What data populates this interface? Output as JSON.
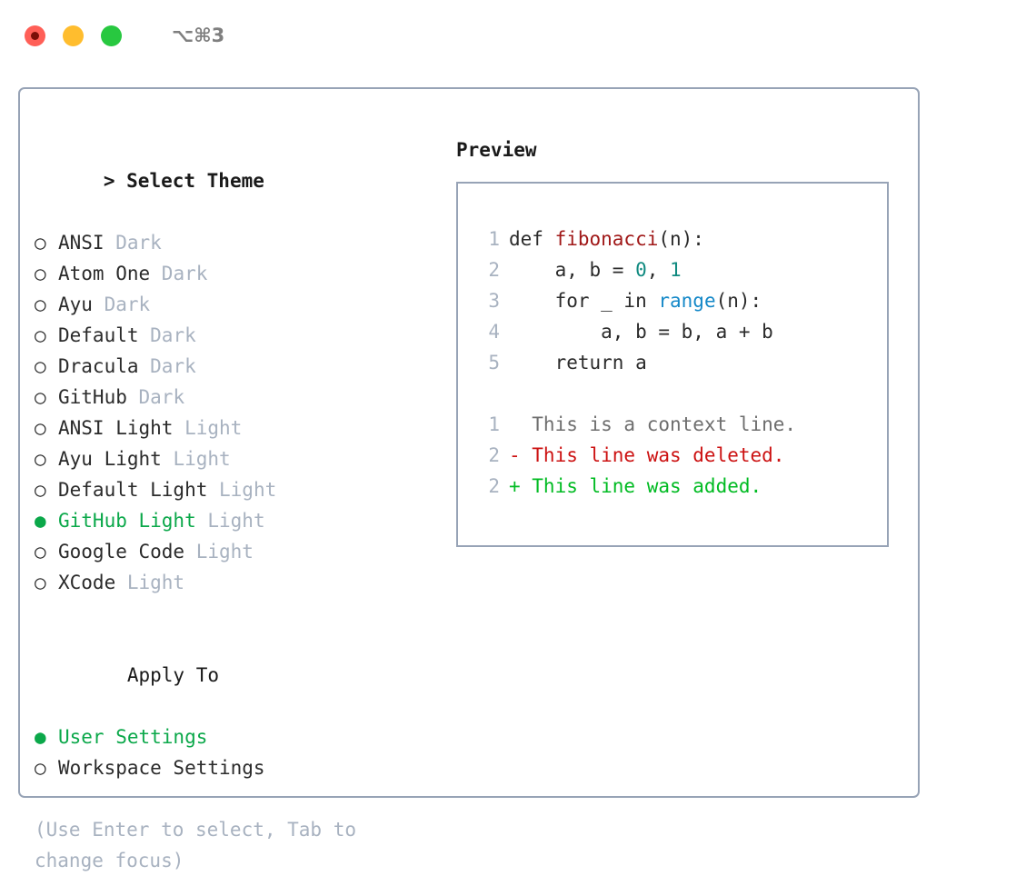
{
  "titlebar": {
    "shortcut": "⌥⌘3",
    "buttons": [
      "close",
      "minimize",
      "maximize"
    ]
  },
  "theme_panel": {
    "header_marker": "> ",
    "header": "Select Theme",
    "marker_unselected": "○ ",
    "marker_selected": "● ",
    "items": [
      {
        "name": "ANSI",
        "variant": "Dark",
        "selected": false
      },
      {
        "name": "Atom One",
        "variant": "Dark",
        "selected": false
      },
      {
        "name": "Ayu",
        "variant": "Dark",
        "selected": false
      },
      {
        "name": "Default",
        "variant": "Dark",
        "selected": false
      },
      {
        "name": "Dracula",
        "variant": "Dark",
        "selected": false
      },
      {
        "name": "GitHub",
        "variant": "Dark",
        "selected": false
      },
      {
        "name": "ANSI Light",
        "variant": "Light",
        "selected": false
      },
      {
        "name": "Ayu Light",
        "variant": "Light",
        "selected": false
      },
      {
        "name": "Default Light",
        "variant": "Light",
        "selected": false
      },
      {
        "name": "GitHub Light",
        "variant": "Light",
        "selected": true
      },
      {
        "name": "Google Code",
        "variant": "Light",
        "selected": false
      },
      {
        "name": "XCode",
        "variant": "Light",
        "selected": false
      }
    ]
  },
  "apply_to": {
    "header": "Apply To",
    "options": [
      {
        "label": "User Settings",
        "selected": true
      },
      {
        "label": "Workspace Settings",
        "selected": false
      }
    ]
  },
  "hint": "(Use Enter to select, Tab to change focus)",
  "preview": {
    "title": "Preview",
    "code_lines": [
      {
        "no": "1",
        "segments": [
          {
            "text": "def ",
            "style": "plain"
          },
          {
            "text": "fibonacci",
            "style": "func"
          },
          {
            "text": "(n):",
            "style": "plain"
          }
        ]
      },
      {
        "no": "2",
        "segments": [
          {
            "text": "    a, b = ",
            "style": "plain"
          },
          {
            "text": "0",
            "style": "num"
          },
          {
            "text": ", ",
            "style": "plain"
          },
          {
            "text": "1",
            "style": "num"
          }
        ]
      },
      {
        "no": "3",
        "segments": [
          {
            "text": "    for _ in ",
            "style": "plain"
          },
          {
            "text": "range",
            "style": "call"
          },
          {
            "text": "(n):",
            "style": "plain"
          }
        ]
      },
      {
        "no": "4",
        "segments": [
          {
            "text": "        a, b = b, a + b",
            "style": "plain"
          }
        ]
      },
      {
        "no": "5",
        "segments": [
          {
            "text": "    return a",
            "style": "plain"
          }
        ]
      }
    ],
    "diff_lines": [
      {
        "no": "1",
        "prefix": "  ",
        "text": "This is a context line.",
        "kind": "context"
      },
      {
        "no": "2",
        "prefix": "- ",
        "text": "This line was deleted.",
        "kind": "deleted"
      },
      {
        "no": "2",
        "prefix": "+ ",
        "text": "This line was added.",
        "kind": "added"
      }
    ]
  },
  "colors": {
    "selected_green": "#0ba84a",
    "variant_gray": "#a8b2c0",
    "border": "#97a3b6",
    "func_red": "#a01818",
    "num_teal": "#108a80",
    "call_blue": "#1488c8",
    "diff_deleted": "#cc1111",
    "diff_added": "#00bb22",
    "diff_context": "#6e6e6e"
  }
}
